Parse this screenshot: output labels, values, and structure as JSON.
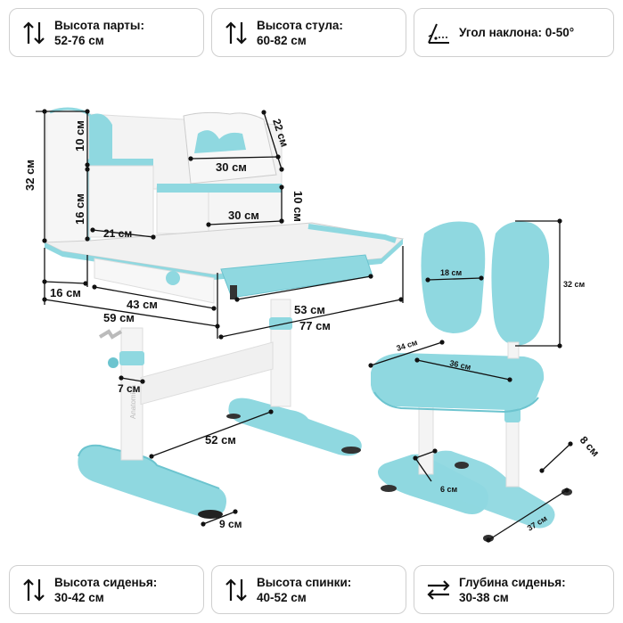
{
  "specs_top": [
    {
      "icon": "vertical-arrows-icon",
      "label": "Высота парты:",
      "value": "52-76 см"
    },
    {
      "icon": "vertical-arrows-icon",
      "label": "Высота стула:",
      "value": "60-82 см"
    },
    {
      "icon": "tilt-angle-icon",
      "label": "Угол наклона: 0-50°",
      "value": ""
    }
  ],
  "specs_bottom": [
    {
      "icon": "vertical-arrows-icon",
      "label": "Высота сиденья:",
      "value": "30-42 см"
    },
    {
      "icon": "vertical-arrows-icon",
      "label": "Высота спинки:",
      "value": "40-52 см"
    },
    {
      "icon": "horizontal-arrows-icon",
      "label": "Глубина сиденья:",
      "value": "30-38 см"
    }
  ],
  "dimensions": {
    "shelf_height": "32 см",
    "shelf_top": "10 см",
    "shelf_lower": "16 см",
    "shelf_depth": "21 см",
    "bookstand_height": "22 см",
    "bookstand_width": "30 см",
    "drawer_width": "30 см",
    "drawer_height": "10 см",
    "side_depth": "16 см",
    "desk_depth_inner": "43 см",
    "desk_depth_total": "59 см",
    "drawer_length": "53 см",
    "desk_width": "77 см",
    "column_width": "7 см",
    "base_length": "52 см",
    "foot_width": "9 см",
    "back_width": "18 см",
    "back_height": "32 см",
    "seat_width_back": "34 см",
    "seat_width": "36 см",
    "chair_base_gap": "6 см",
    "chair_foot_width": "8 см",
    "chair_base_length": "37 см"
  },
  "brand": "Anatomica",
  "colors": {
    "accent": "#8fd8e0",
    "accent_dark": "#6cc4cf",
    "frame": "#f2f2f2",
    "border": "#cfcfcf"
  }
}
